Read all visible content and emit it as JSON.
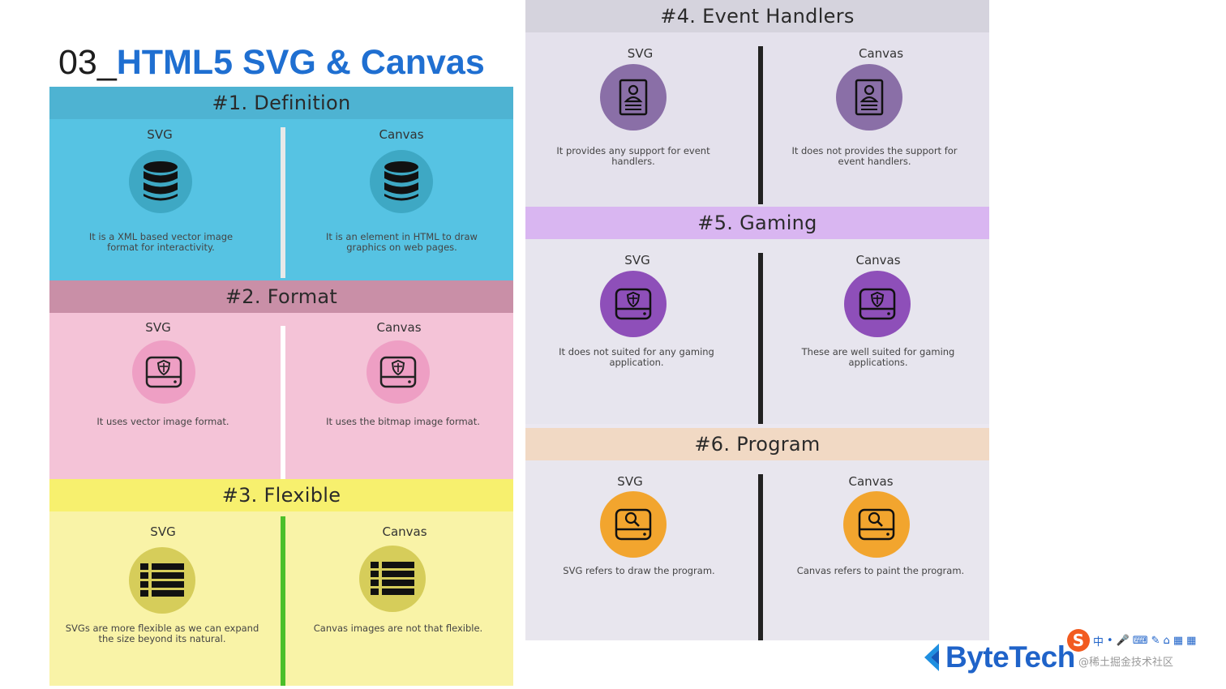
{
  "title": {
    "number": "03_",
    "text": "HTML5 SVG & Canvas"
  },
  "sections": [
    {
      "header": "#1. Definition",
      "left": {
        "title": "SVG",
        "desc": "It is a XML based vector image format for interactivity.",
        "icon": "database-icon"
      },
      "right": {
        "title": "Canvas",
        "desc": "It is an element in HTML to draw graphics on web pages.",
        "icon": "database-icon"
      }
    },
    {
      "header": "#2. Format",
      "left": {
        "title": "SVG",
        "desc": "It uses vector image format.",
        "icon": "drive-shield-icon"
      },
      "right": {
        "title": "Canvas",
        "desc": "It uses the bitmap image format.",
        "icon": "drive-shield-icon"
      }
    },
    {
      "header": "#3. Flexible",
      "left": {
        "title": "SVG",
        "desc": "SVGs are more flexible as we can expand the size beyond its natural.",
        "icon": "list-icon"
      },
      "right": {
        "title": "Canvas",
        "desc": "Canvas images are not that flexible.",
        "icon": "list-icon"
      }
    },
    {
      "header": "#4. Event Handlers",
      "left": {
        "title": "SVG",
        "desc": "It provides any support for event handlers.",
        "icon": "user-profile-icon"
      },
      "right": {
        "title": "Canvas",
        "desc": "It does not provides the support for event handlers.",
        "icon": "user-profile-icon"
      }
    },
    {
      "header": "#5. Gaming",
      "left": {
        "title": "SVG",
        "desc": "It does not suited for any gaming application.",
        "icon": "drive-shield-icon"
      },
      "right": {
        "title": "Canvas",
        "desc": "These are well suited for gaming applications.",
        "icon": "drive-shield-icon"
      }
    },
    {
      "header": "#6. Program",
      "left": {
        "title": "SVG",
        "desc": "SVG refers to draw the program.",
        "icon": "drive-search-icon"
      },
      "right": {
        "title": "Canvas",
        "desc": "Canvas refers to paint the program.",
        "icon": "drive-search-icon"
      }
    }
  ],
  "logo": {
    "text": "ByteTech"
  },
  "ime": {
    "badge": "S",
    "items": [
      "中",
      "•",
      "🎤",
      "⌨",
      "✎",
      "⌂",
      "▦",
      "▦"
    ]
  },
  "watermark": "@稀土掘金技术社区",
  "colors": {
    "title_blue": "#1f6fd1",
    "definition": "#56c3e3",
    "format": "#f4c3d7",
    "flexible": "#f9f3a7",
    "event": "#e4e1ec",
    "gaming": "#d9b6f1",
    "program": "#f1d9c4"
  }
}
